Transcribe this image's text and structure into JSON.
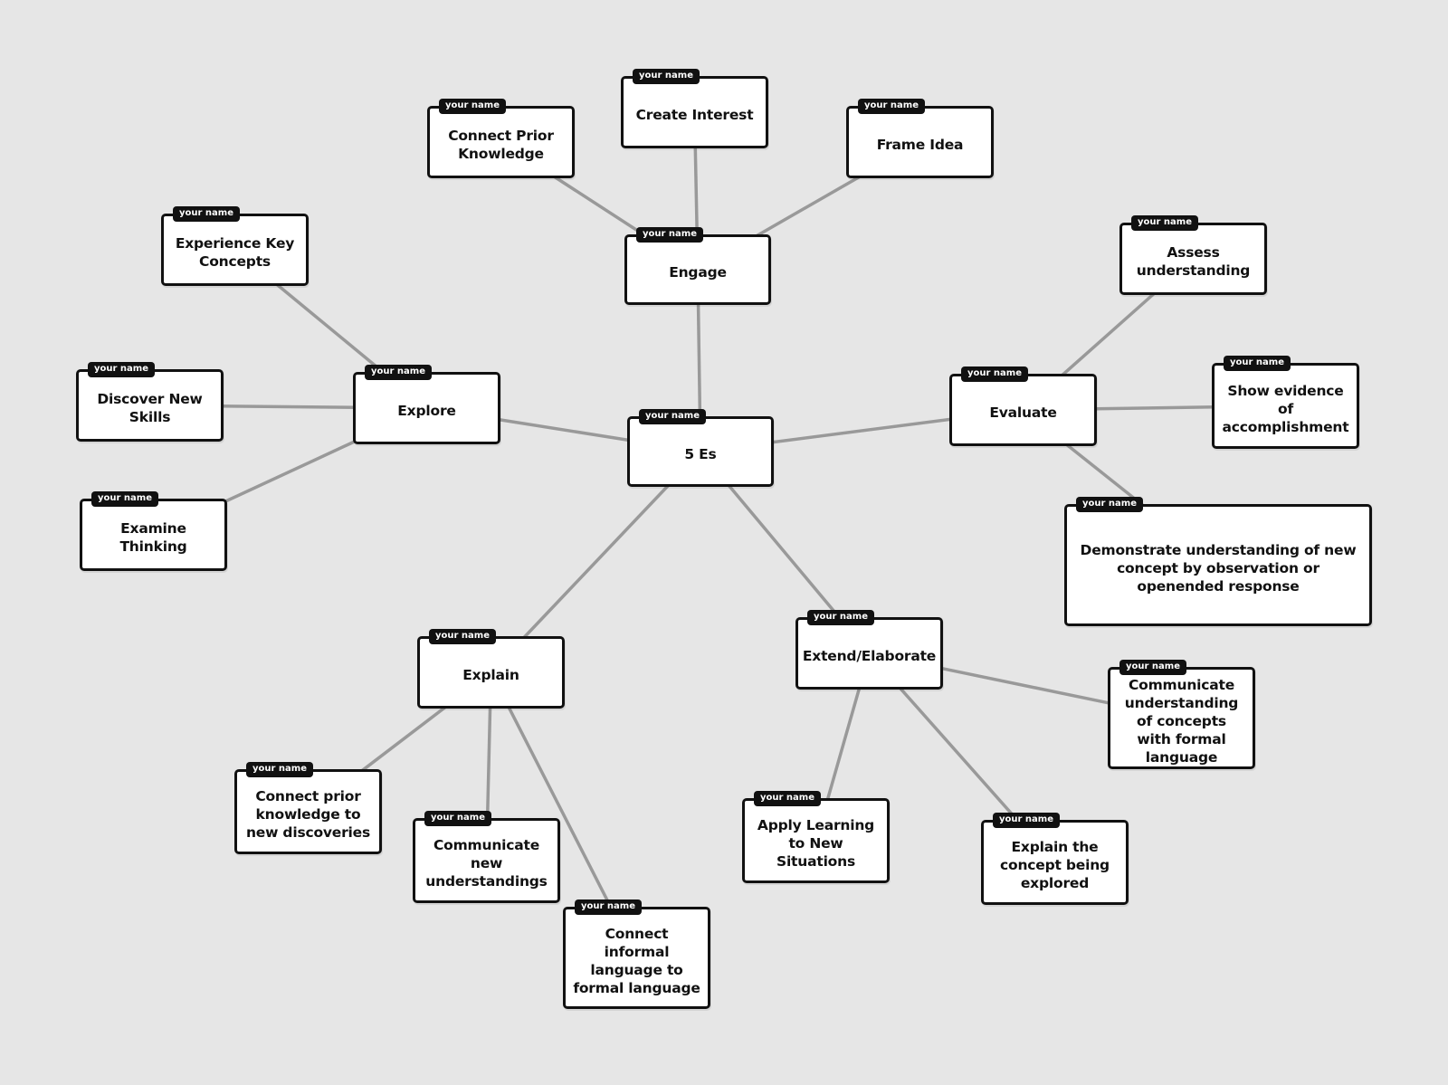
{
  "diagram": {
    "author_tag": "your name",
    "colors": {
      "background": "#e6e6e6",
      "edge": "#999999",
      "node_border": "#111111",
      "node_fill": "#ffffff"
    },
    "nodes": [
      {
        "id": "root",
        "label": "5 Es"
      },
      {
        "id": "engage",
        "label": "Engage"
      },
      {
        "id": "connect-prior",
        "label": "Connect Prior Knowledge"
      },
      {
        "id": "create-interest",
        "label": "Create Interest"
      },
      {
        "id": "frame-idea",
        "label": "Frame Idea"
      },
      {
        "id": "explore",
        "label": "Explore"
      },
      {
        "id": "experience-key",
        "label": "Experience Key Concepts"
      },
      {
        "id": "discover-skills",
        "label": "Discover New Skills"
      },
      {
        "id": "examine-thinking",
        "label": "Examine Thinking"
      },
      {
        "id": "evaluate",
        "label": "Evaluate"
      },
      {
        "id": "assess",
        "label": "Assess understanding"
      },
      {
        "id": "show-evidence",
        "label": "Show evidence of accomplishment"
      },
      {
        "id": "demonstrate",
        "label": "Demonstrate understanding of new concept by observation or openended response"
      },
      {
        "id": "explain",
        "label": "Explain"
      },
      {
        "id": "connect-prior-disc",
        "label": "Connect prior knowledge to new discoveries"
      },
      {
        "id": "communicate-new",
        "label": "Communicate new understandings"
      },
      {
        "id": "connect-informal",
        "label": "Connect informal language to formal language"
      },
      {
        "id": "extend",
        "label": "Extend/Elaborate"
      },
      {
        "id": "apply-learning",
        "label": "Apply Learning to New Situations"
      },
      {
        "id": "explain-concept",
        "label": "Explain the concept being explored"
      },
      {
        "id": "communicate-formal",
        "label": "Communicate understanding of concepts with formal language"
      }
    ],
    "edges": [
      [
        "root",
        "engage"
      ],
      [
        "root",
        "explore"
      ],
      [
        "root",
        "evaluate"
      ],
      [
        "root",
        "explain"
      ],
      [
        "root",
        "extend"
      ],
      [
        "engage",
        "connect-prior"
      ],
      [
        "engage",
        "create-interest"
      ],
      [
        "engage",
        "frame-idea"
      ],
      [
        "explore",
        "experience-key"
      ],
      [
        "explore",
        "discover-skills"
      ],
      [
        "explore",
        "examine-thinking"
      ],
      [
        "evaluate",
        "assess"
      ],
      [
        "evaluate",
        "show-evidence"
      ],
      [
        "evaluate",
        "demonstrate"
      ],
      [
        "explain",
        "connect-prior-disc"
      ],
      [
        "explain",
        "communicate-new"
      ],
      [
        "explain",
        "connect-informal"
      ],
      [
        "extend",
        "apply-learning"
      ],
      [
        "extend",
        "explain-concept"
      ],
      [
        "extend",
        "communicate-formal"
      ]
    ]
  }
}
